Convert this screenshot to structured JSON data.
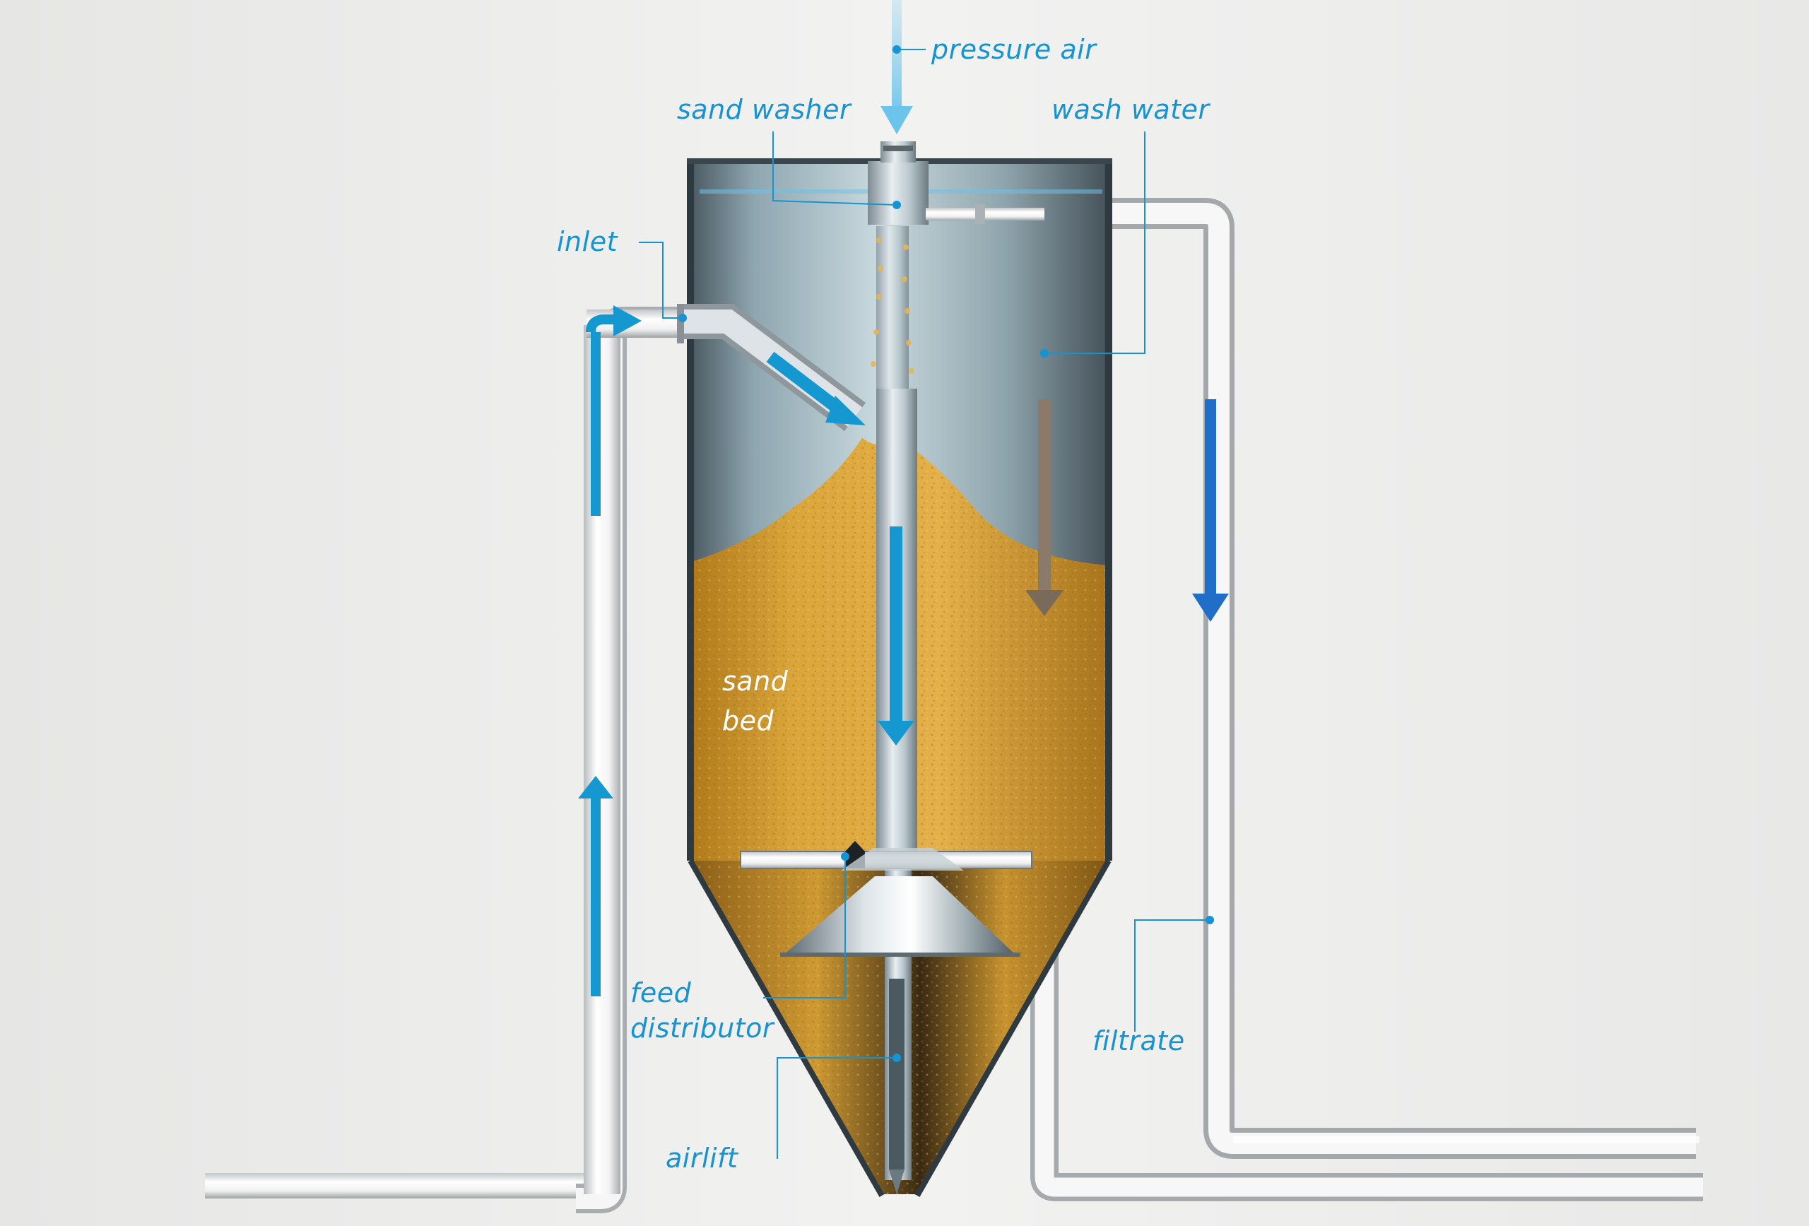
{
  "diagram": {
    "labels": {
      "pressure_air": "pressure air",
      "sand_washer": "sand washer",
      "wash_water": "wash water",
      "inlet": "inlet",
      "sand_bed_line1": "sand",
      "sand_bed_line2": "bed",
      "feed_distributor_line1": "feed",
      "feed_distributor_line2": "distributor",
      "filtrate": "filtrate",
      "airlift": "airlift"
    },
    "colors": {
      "label": "#1593d2",
      "flow_arrow": "#1597d0",
      "filtrate_arrow": "#1f6fc8",
      "wash_arrow": "#7a6a5a",
      "sand": "#d9a335",
      "background": "#ececeb"
    }
  }
}
